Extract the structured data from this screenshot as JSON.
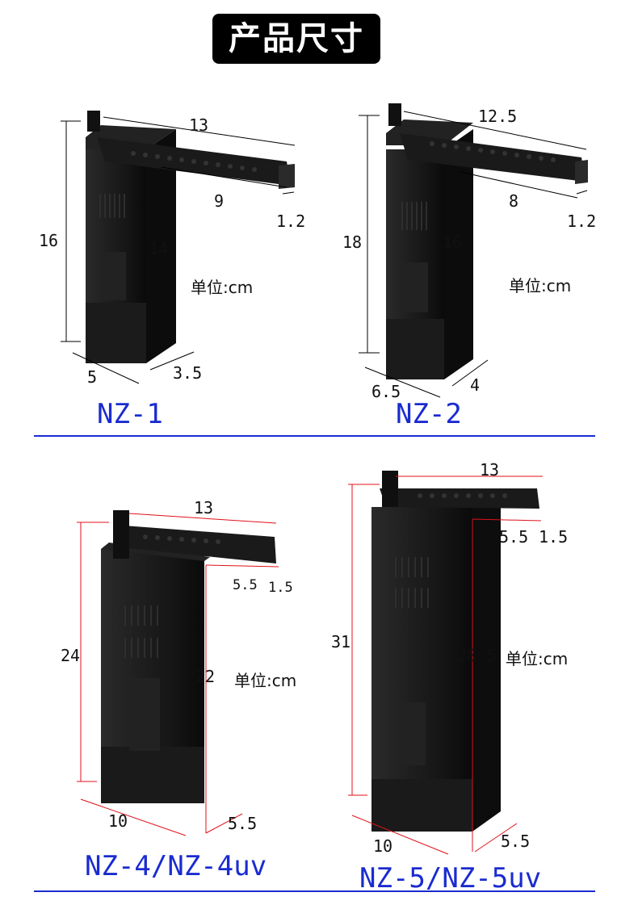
{
  "title": "产品尺寸",
  "unit_label": "单位:cm",
  "products": [
    {
      "model": "NZ-1",
      "total_height": "16",
      "body_height": "14",
      "arm_length": "13",
      "arm_inner": "9",
      "arm_width": "1.2",
      "width": "5",
      "depth": "3.5"
    },
    {
      "model": "NZ-2",
      "total_height": "18",
      "body_height": "16",
      "arm_length": "12.5",
      "arm_inner": "8",
      "arm_width": "1.2",
      "width": "6.5",
      "depth": "4"
    },
    {
      "model": "NZ-4/NZ-4uv",
      "total_height": "24",
      "body_height": "22",
      "arm_length": "13",
      "arm_a": "5.5",
      "arm_b": "1.5",
      "width": "10",
      "depth": "5.5"
    },
    {
      "model": "NZ-5/NZ-5uv",
      "total_height": "31",
      "body_height": "28.5",
      "arm_length": "13",
      "arm_a": "5.5",
      "arm_b": "1.5",
      "width": "10",
      "depth": "5.5"
    }
  ],
  "colors": {
    "model_text": "#1a2bd0",
    "separator": "#1a2bd0",
    "dim_line_top": "#000000",
    "dim_line_bottom": "#e0101a",
    "product_body": "#141414"
  }
}
